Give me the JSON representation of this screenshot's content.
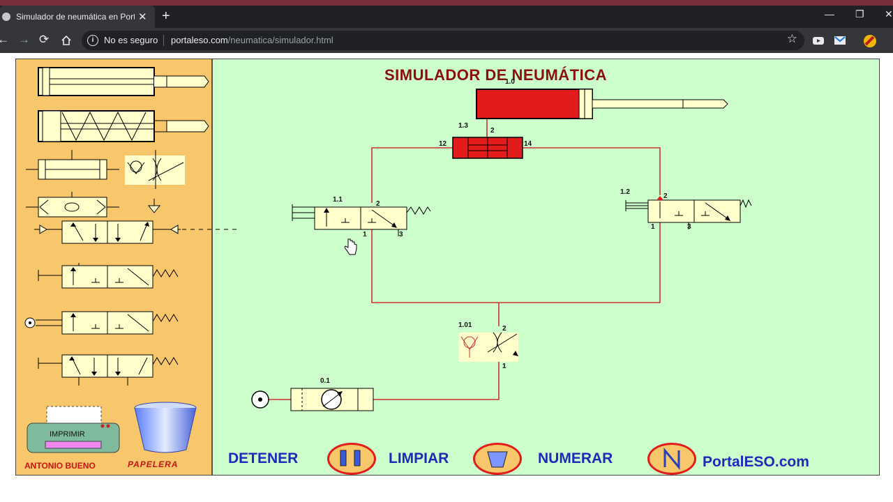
{
  "browser": {
    "tab_title": "Simulador de neumática en Porta",
    "new_tab_label": "+",
    "security_label": "No es seguro",
    "url_host": "portaleso.com",
    "url_path": "/neumatica/simulador.html"
  },
  "app": {
    "title": "SIMULADOR DE NEUMÁTICA",
    "print_label": "IMPRIMIR",
    "author": "ANTONIO BUENO",
    "trash_label": "PAPELERA",
    "stop_label": "DETENER",
    "clear_label": "LIMPIAR",
    "number_label": "NUMERAR",
    "brand": "PortalESO.com"
  },
  "circuit_labels": {
    "cylinder": "1.0",
    "main_valve": "1.3",
    "main_valve_port_2": "2",
    "main_valve_port_12": "12",
    "main_valve_port_14": "14",
    "valve_left": "1.1",
    "valve_left_port_2": "2",
    "valve_left_port_1": "1",
    "valve_left_port_3": "3",
    "valve_right": "1.2",
    "valve_right_port_2": "2",
    "valve_right_port_1": "1",
    "valve_right_port_3": "3",
    "flow_valve": "1.01",
    "flow_valve_port_2": "2",
    "flow_valve_port_1": "1",
    "service_unit": "0.1"
  },
  "colors": {
    "active": "#e21c1c",
    "component_fill": "#ffffcc",
    "canvas_bg": "#ccffcc",
    "palette_bg": "#f9c76b",
    "button_text": "#1f2ab8"
  }
}
